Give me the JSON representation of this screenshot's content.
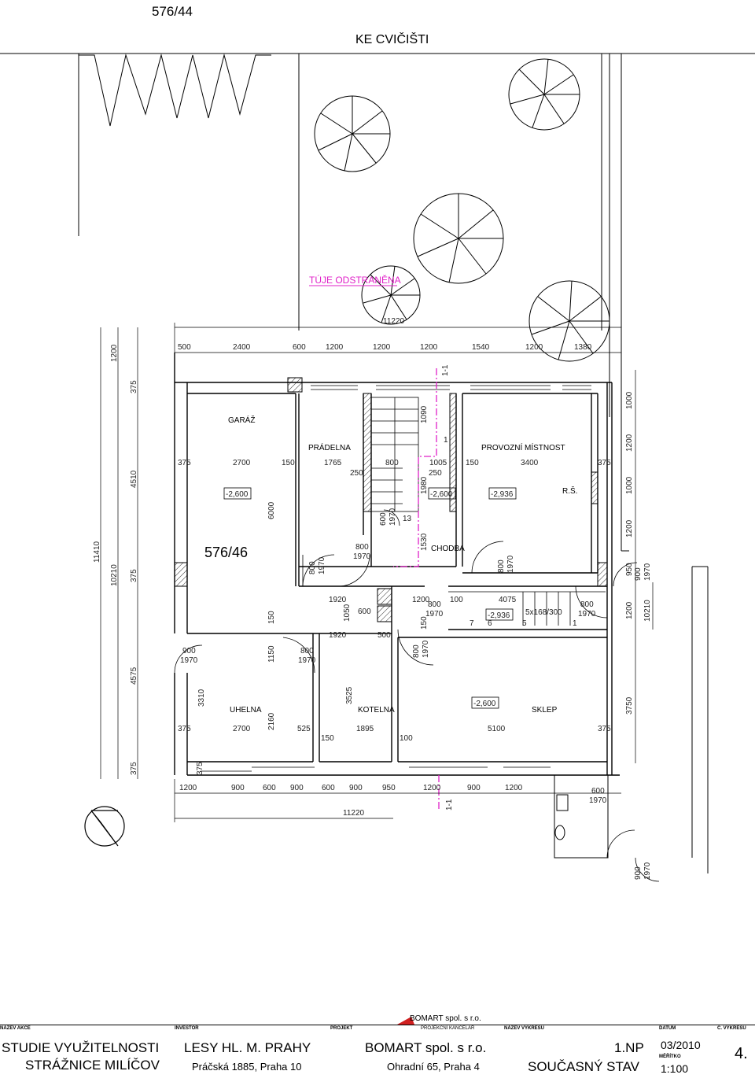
{
  "header": {
    "parcel_top": "576/44",
    "street": "KE CVIČIŠTI",
    "note_removed": "TÚJE ODSTRANĚNA"
  },
  "parcel_mid": "576/46",
  "rooms": {
    "garaz": "GARÁŽ",
    "pradelna": "PRÁDELNA",
    "provozni": "PROVOZNÍ MÍSTNOST",
    "rs": "R.Š.",
    "chodba": "CHODBA",
    "uhelna": "UHELNA",
    "kotelna": "KOTELNA",
    "sklep": "SKLEP"
  },
  "levels": {
    "garaz": "-2,600",
    "chodba": "-2,600",
    "provozni": "-2,936",
    "stair": "-2,936",
    "sklep": "-2,600"
  },
  "section_mark": "1-1",
  "dims": {
    "top_total": "11220",
    "top_row": [
      "500",
      "2400",
      "600",
      "1200",
      "1200",
      "1200",
      "1540",
      "1200",
      "1380"
    ],
    "bottom_row": [
      "1200",
      "900",
      "600",
      "900",
      "600",
      "900",
      "950",
      "1200",
      "900",
      "1200"
    ],
    "bottom_total": "11220",
    "left_outer": "11410",
    "left_mid": "10210",
    "left_segments": [
      "1200",
      "375",
      "4510",
      "375",
      "4575",
      "375"
    ],
    "left_inner": [
      "6000",
      "150",
      "1150",
      "3310",
      "2160",
      "375"
    ],
    "right_segments": [
      "1000",
      "1200",
      "1000",
      "1200",
      "950",
      "1200",
      "10210",
      "3750"
    ],
    "row1": [
      "375",
      "2700",
      "150",
      "1765",
      "250",
      "800",
      "1005",
      "150",
      "3400",
      "375"
    ],
    "row2": [
      "375",
      "2700",
      "525",
      "150",
      "1895",
      "100",
      "5100",
      "375"
    ],
    "misc": [
      "1920",
      "1920",
      "1050",
      "600",
      "500",
      "1200",
      "100",
      "4075",
      "3525",
      "1530",
      "1980",
      "250",
      "150",
      "1090",
      "1",
      "13",
      "7",
      "6",
      "5",
      "1"
    ],
    "stair_spec": "5x168/300"
  },
  "doors": {
    "d_garage": [
      "800",
      "1970"
    ],
    "d_laundry": [
      "800",
      "1970"
    ],
    "d_hall": [
      "800",
      "1970"
    ],
    "d_stair": [
      "600",
      "1970"
    ],
    "d_chodba": [
      "800",
      "1970"
    ],
    "d_provozni": [
      "800",
      "1970"
    ],
    "d_right": [
      "900",
      "1970"
    ],
    "d_uhelna": [
      "900",
      "1970"
    ],
    "d_kotelna_top": [
      "800",
      "1970"
    ],
    "d_kotelna": [
      "800",
      "1970"
    ],
    "d_sklep": [
      "800",
      "1970"
    ],
    "d_wc": [
      "600",
      "1970"
    ],
    "d_ext": [
      "900",
      "1970"
    ]
  },
  "titleblock": {
    "akce_h": "NÁZEV AKCE",
    "akce_1": "STUDIE VYUŽITELNOSTI",
    "akce_2": "STRÁŽNICE MILÍČOV",
    "inv_h": "INVESTOR",
    "inv_1": "LESY HL. M. PRAHY",
    "inv_2": "Práčská 1885, Praha 10",
    "proj_h": "PROJEKT",
    "proj_1": "BOMART spol. s r.o.",
    "proj_2": "Ohradní 65, Praha 4",
    "logo_name": "BOMART spol. s r.o.",
    "logo_sub": "PROJEKČNÍ KANCELÁŘ",
    "vykres_h": "NÁZEV VÝKRESU",
    "vykres_1": "1.NP",
    "vykres_2": "SOUČASNÝ STAV",
    "datum_h": "DATUM",
    "datum": "03/2010",
    "meritko_h": "MĚŘÍTKO",
    "meritko": "1:100",
    "cislo_h": "Č. VÝKRESU",
    "cislo": "4."
  }
}
